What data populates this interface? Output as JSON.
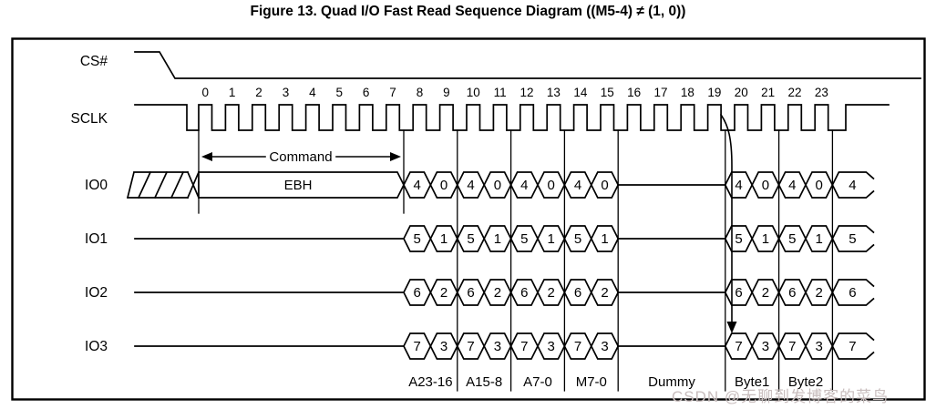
{
  "title": "Figure 13. Quad I/O Fast Read Sequence Diagram ((M5-4) ≠ (1, 0))",
  "watermark": "CSDN @无聊到发博客的菜鸟",
  "colors": {
    "ink": "#000000",
    "paper": "#ffffff",
    "watermark": "#c8bdbd"
  },
  "diagram": {
    "clock_numbers": [
      "0",
      "1",
      "2",
      "3",
      "4",
      "5",
      "6",
      "7",
      "8",
      "9",
      "10",
      "11",
      "12",
      "13",
      "14",
      "15",
      "16",
      "17",
      "18",
      "19",
      "20",
      "21",
      "22",
      "23"
    ],
    "cs_label": "CS#",
    "sclk_label": "SCLK",
    "command": {
      "arrow_label": "Command",
      "opcode": "EBH"
    },
    "io_rows": [
      {
        "label": "IO0",
        "nibble_hi": "4",
        "nibble_lo": "0",
        "tail": "4"
      },
      {
        "label": "IO1",
        "nibble_hi": "5",
        "nibble_lo": "1",
        "tail": "5"
      },
      {
        "label": "IO2",
        "nibble_hi": "6",
        "nibble_lo": "2",
        "tail": "6"
      },
      {
        "label": "IO3",
        "nibble_hi": "7",
        "nibble_lo": "3",
        "tail": "7"
      }
    ],
    "phases": [
      {
        "label": "A23-16",
        "clocks": 2
      },
      {
        "label": "A15-8",
        "clocks": 2
      },
      {
        "label": "A7-0",
        "clocks": 2
      },
      {
        "label": "M7-0",
        "clocks": 2
      },
      {
        "label": "Dummy",
        "clocks": 4
      },
      {
        "label": "Byte1",
        "clocks": 2
      },
      {
        "label": "Byte2",
        "clocks": 2
      }
    ]
  }
}
